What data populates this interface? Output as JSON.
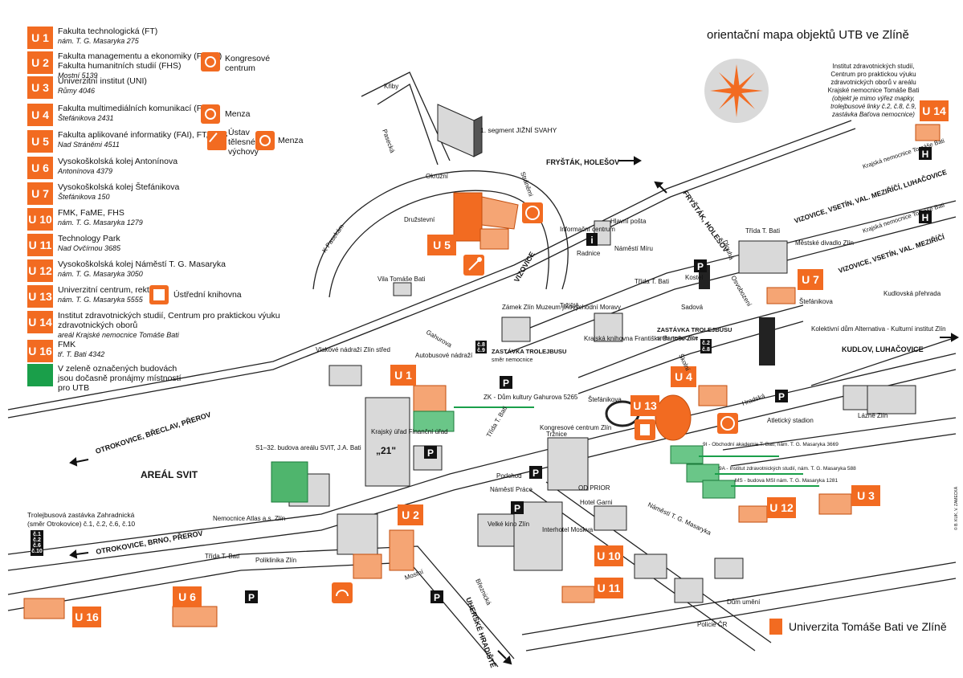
{
  "title": "orientační mapa objektů UTB ve Zlíně",
  "brand": "Univerzita Tomáše Bati ve Zlíně",
  "colors": {
    "orange": "#f26b21",
    "green": "#1a9f4a",
    "road": "#ffffff",
    "building_grey": "#d9d9d9"
  },
  "legend": [
    {
      "code": "U 1",
      "name": "Fakulta technologická (FT)",
      "addr": "nám. T. G. Masaryka 275"
    },
    {
      "code": "U 2",
      "name": "Fakulta managementu a ekonomiky (FaME)",
      "name2": "Fakulta humanitních studií (FHS)",
      "addr": "Mostní 5139"
    },
    {
      "code": "U 3",
      "name": "Univerzitní institut (UNI)",
      "addr": "Růmy 4046"
    },
    {
      "code": "U 4",
      "name": "Fakulta multimediálních komunikací (FMK)",
      "addr": "Štefánikova 2431"
    },
    {
      "code": "U 5",
      "name": "Fakulta aplikované informatiky (FAI), FT, FHS",
      "addr": "Nad Stráněmi 4511"
    },
    {
      "code": "U 6",
      "name": "Vysokoškolská kolej Antonínova",
      "addr": "Antonínova 4379"
    },
    {
      "code": "U 7",
      "name": "Vysokoškolská kolej Štefánikova",
      "addr": "Štefánikova 150"
    },
    {
      "code": "U 10",
      "name": "FMK, FaME, FHS",
      "addr": "nám. T. G. Masaryka 1279"
    },
    {
      "code": "U 11",
      "name": "Technology Park",
      "addr": "Nad Ovčírnou 3685"
    },
    {
      "code": "U 12",
      "name": "Vysokoškolská kolej Náměstí T. G. Masaryka",
      "addr": "nám. T. G. Masaryka 3050"
    },
    {
      "code": "U 13",
      "name": "Univerzitní centrum, rektorát",
      "addr": "nám. T. G. Masaryka 5555"
    },
    {
      "code": "U 14",
      "name": "Institut zdravotnických studií, Centrum pro praktickou výuku",
      "name2": "zdravotnických oborů",
      "addr": "areál Krajské nemocnice Tomáše Bati"
    },
    {
      "code": "U 16",
      "name": "FMK",
      "addr": "tř. T. Bati 4342"
    }
  ],
  "legend_green": "V zeleně označených budovách jsou dočasně pronájmy místností pro UTB",
  "legend_icons": {
    "congress": "Kongresové centrum",
    "menza": "Menza",
    "sport": "Ústav tělesné výchovy",
    "menza2": "Menza",
    "library": "Ústřední knihovna"
  },
  "u14_info": {
    "line1": "Institut zdravotnických studií,",
    "line2": "Centrum pro praktickou výuku",
    "line3": "zdravotnických oborů v areálu",
    "line4": "Krajské nemocnice Tomáše Bati",
    "line5": "(objekt je mimo výřez mapky,",
    "line6": "trolejbusové linky č.2, č.8, č.9,",
    "line7": "zastávka Baťova nemocnice)"
  },
  "trolejbus_note": {
    "line1": "Trolejbusová zastávka Zahradnická",
    "line2": "(směr Otrokovice) č.1, č.2, č.6, č.10"
  },
  "map_labels": {
    "frystak": "FRYŠTÁK, HOLEŠOV",
    "frystak2": "FRYŠTÁK, HOLEŠOV",
    "vizovice": "VIZOVICE, VSETÍN, VAL. MEZIŘÍČÍ, LUHAČOVICE",
    "vizovice2": "VIZOVICE, VSETÍN, VAL. MEZIŘÍČÍ",
    "vizovice3": "VIZOVICE",
    "kudlov": "KUDLOV, LUHAČOVICE",
    "otrokovice1": "OTROKOVICE, BŘECLAV, PŘEROV",
    "otrokovice2": "OTROKOVICE, BRNO, PŘEROV",
    "uh": "UHERSKÉ HRADIŠTĚ",
    "svit": "AREÁL SVIT",
    "segment": "1. segment JIŽNÍ SVAHY",
    "okruzni": "Okružní",
    "druzstevni": "Družstevní",
    "stranemi": "Stráněmi",
    "paseckalabel": "Pasecká",
    "krby": "Křiby",
    "kpasekam": "K Pasekám",
    "vila": "Vila Tomáše Bati",
    "informacni": "Informační centrum",
    "radnice": "Radnice",
    "posta": "Hlavní pošta",
    "miru": "Náměstí Míru",
    "kostel": "Kostel",
    "divadlo": "Městské divadlo Zlín",
    "dlouha": "Dlouhá",
    "osvobozeni": "Osvobození",
    "sadova": "Sadová",
    "stefanikova1": "Štefánikova",
    "stefanikova2": "Štefánikova",
    "stefanikova3": "Štefánikova",
    "skolni": "Školní",
    "tridabati1": "Třída T. Bati",
    "tridabati2": "Třída T. Bati",
    "tridabati3": "Třída T. Bati",
    "tridabati4": "Třída T. Bati",
    "kudlovska": "Kudlovská přehrada",
    "zamek": "Zámek Zlín Muzeum jihovýchodní Moravy",
    "trziste": "Tržiště",
    "knihovna": "Krajská knihovna Františka Bartoše Zlín",
    "zastavka1": "ZASTÁVKA TROLEJBUSU",
    "zastavka1b": "směr nemocnice",
    "zastavka2": "ZASTÁVKA TROLEJBUSU",
    "zastavka2b": "směr nemocnice",
    "kolektivni": "Kolektivní dům Alternativa - Kulturní institut Zlín",
    "gahurova": "Gahurova",
    "vlakove": "Vlakové nádraží Zlín střed",
    "autobusove": "Autobusové nádraží",
    "zk": "ZK - Dům kultury Gahurova 5265",
    "krajsky": "Krajský úřad Finanční úřad",
    "dvacetjedna": "„21\"",
    "s1": "S1–32. budova areálu SVIT, J.A. Bati",
    "nemocnice": "Nemocnice Atlas a.s. Zlín",
    "poliklinika": "Poliklinika Zlín",
    "mostni": "Mostní",
    "bruska": "Březnická",
    "namprace": "Náměstí Práce",
    "podchod": "Podchod",
    "velke": "Velké kino Zlín",
    "interhotel": "Interhotel Moskva",
    "prior": "OD PRIOR",
    "trznice": "Tržnice",
    "kongres": "Kongresové centrum Zlín",
    "hotel": "Hotel Garni",
    "namtgm": "Náměstí T. G. Masaryka",
    "dum": "Dům umění",
    "policie": "Policie ČR",
    "atleticky": "Atletický stadion",
    "hradska": "Hradská",
    "lazne": "Lázně Zlín",
    "oa": "9I - Obchodní akademie T. Bati, nám. T. G. Masaryka 3669",
    "izs": "9A - Institut zdravotnických studií, nám. T. G. Masaryka 588",
    "ms": "MS - budova MSI nám. T. G. Masaryka 1281",
    "nemocnice1": "Krajská nemocnice Tomáše Bati",
    "nemocnice2": "Krajská nemocnice Tomáše Bati",
    "copyright": "© B. KUK, V. ZAMECKÁ"
  },
  "markers": {
    "U1": "U 1",
    "U2": "U 2",
    "U3": "U 3",
    "U4": "U 4",
    "U5": "U 5",
    "U6": "U 6",
    "U7": "U 7",
    "U10": "U 10",
    "U11": "U 11",
    "U12": "U 12",
    "U13": "U 13",
    "U14": "U 14",
    "U16": "U 16"
  },
  "parking": "P",
  "hospital": "H",
  "info": "i",
  "lines_left": [
    "č.1",
    "č.2",
    "č.6",
    "č.10"
  ],
  "lines_stop1": [
    "č.8",
    "č.9"
  ],
  "lines_stop2": [
    "č.2",
    "č.8"
  ]
}
